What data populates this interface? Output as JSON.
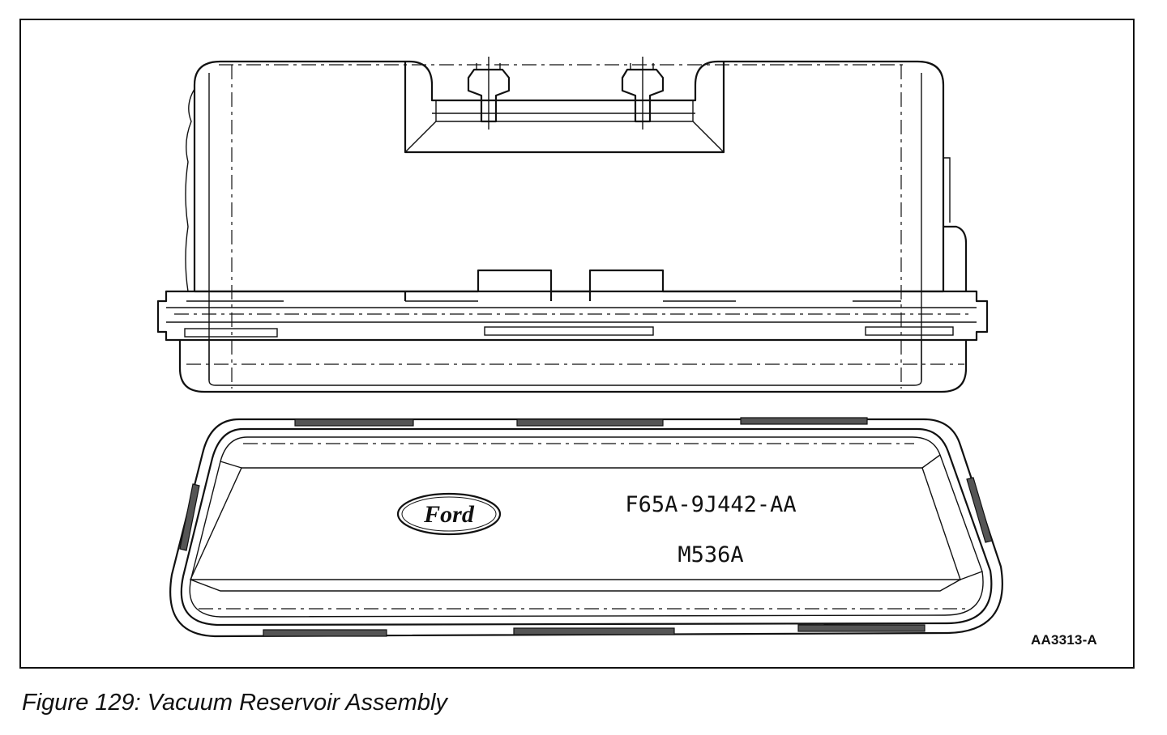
{
  "figure": {
    "caption": "Figure 129: Vacuum Reservoir Assembly",
    "figure_id": "AA3313-A"
  },
  "reservoir_cover": {
    "logo_text": "Ford",
    "part_number": "F65A-9J442-AA",
    "code": "M536A"
  },
  "colors": {
    "line": "#111111",
    "background": "#ffffff"
  }
}
